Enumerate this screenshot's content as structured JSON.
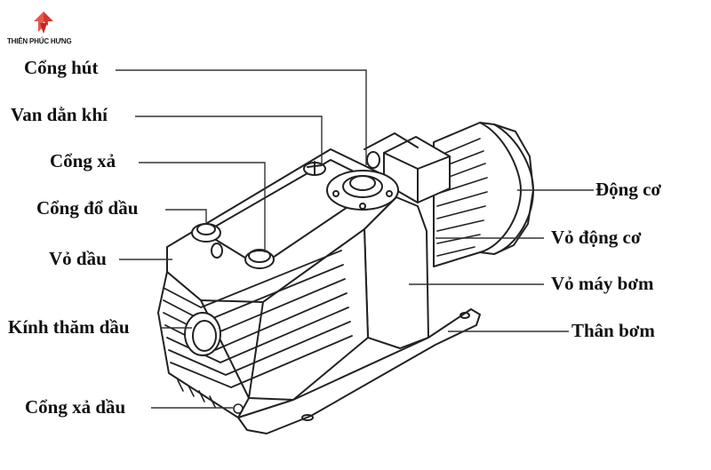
{
  "brand": {
    "name": "THIÊN PHÚC HƯNG",
    "color": "#d9342b"
  },
  "labels": {
    "inlet_port": "Cổng hút",
    "gas_ballast_valve": "Van dằn khí",
    "exhaust_port": "Cổng xả",
    "oil_fill_port": "Cổng đổ dầu",
    "oil_cover": "Vỏ dầu",
    "oil_sight_glass": "Kính thăm dầu",
    "oil_drain_port": "Cổng xả dầu",
    "motor": "Động cơ",
    "motor_housing": "Vỏ động cơ",
    "pump_housing": "Vỏ máy bơm",
    "pump_body": "Thân bơm"
  }
}
